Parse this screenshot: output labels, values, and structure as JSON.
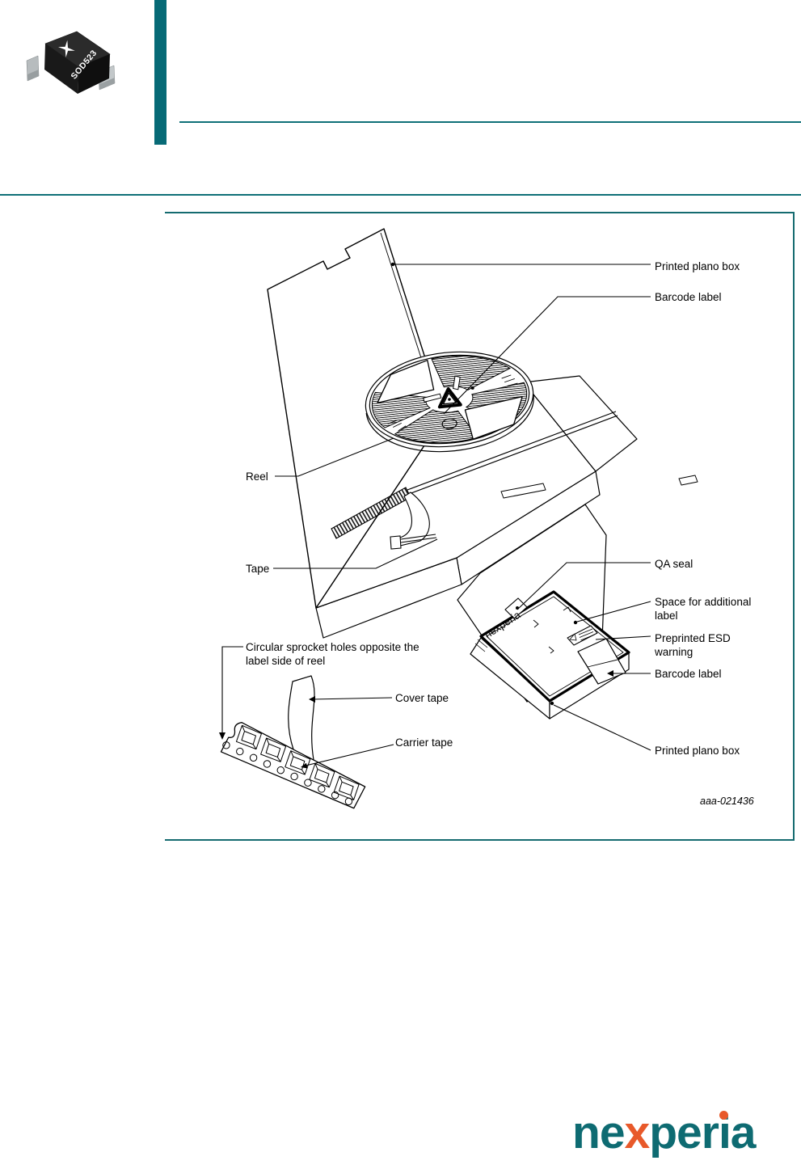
{
  "document": {
    "chip_marking": "SOD523",
    "figure": {
      "figure_id": "aaa-021436",
      "box_brand_text": "nexperia",
      "labels": {
        "printed_plano_box_top": "Printed plano box",
        "barcode_label_top": "Barcode label",
        "reel": "Reel",
        "tape": "Tape",
        "qa_seal": "QA seal",
        "space_for_additional_label": "Space for additional\nlabel",
        "preprinted_esd_warning": "Preprinted ESD\nwarning",
        "barcode_label_bottom": "Barcode label",
        "printed_plano_box_bottom": "Printed plano box",
        "circular_sprocket_holes": "Circular sprocket holes opposite the\nlabel side of reel",
        "cover_tape": "Cover tape",
        "carrier_tape": "Carrier tape"
      }
    },
    "logo": {
      "seg_ne": "ne",
      "seg_x": "x",
      "seg_per": "per",
      "seg_i": "i",
      "seg_a": "a"
    },
    "colors": {
      "brand_teal": "#0e6b72",
      "brand_orange": "#e8592a",
      "rule_teal": "#0f7078"
    }
  }
}
